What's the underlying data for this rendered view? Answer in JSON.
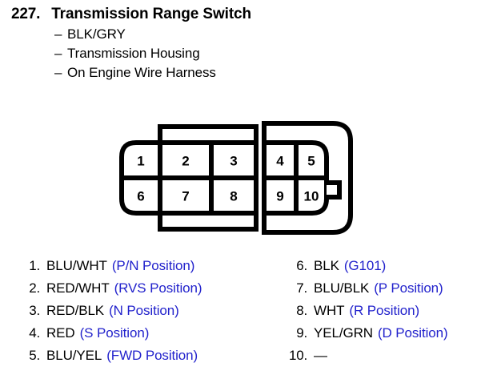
{
  "header": {
    "number": "227.",
    "title": "Transmission Range Switch",
    "dash": "–",
    "sub_lines": [
      "BLK/GRY",
      "Transmission Housing",
      "On Engine Wire Harness"
    ]
  },
  "connector": {
    "name": "10-pin-connector",
    "top_row_pins": [
      "1",
      "2",
      "3",
      "4",
      "5"
    ],
    "bottom_row_pins": [
      "6",
      "7",
      "8",
      "9",
      "10"
    ],
    "latch_tab": "latch-tab"
  },
  "pin_list": {
    "left_column": [
      {
        "index": "1.",
        "wire": "BLU/WHT",
        "position": "(P/N Position)"
      },
      {
        "index": "2.",
        "wire": "RED/WHT",
        "position": "(RVS Position)"
      },
      {
        "index": "3.",
        "wire": "RED/BLK",
        "position": "(N Position)"
      },
      {
        "index": "4.",
        "wire": "RED",
        "position": "(S Position)"
      },
      {
        "index": "5.",
        "wire": "BLU/YEL",
        "position": "(FWD Position)"
      }
    ],
    "right_column": [
      {
        "index": "6.",
        "wire": "BLK",
        "position": "(G101)"
      },
      {
        "index": "7.",
        "wire": "BLU/BLK",
        "position": "(P Position)"
      },
      {
        "index": "8.",
        "wire": "WHT",
        "position": "(R Position)"
      },
      {
        "index": "9.",
        "wire": "YEL/GRN",
        "position": "(D Position)"
      },
      {
        "index": "10.",
        "wire": "—",
        "position": ""
      }
    ]
  },
  "colors": {
    "text": "#000000",
    "position_blue": "#2222cc",
    "background": "#ffffff",
    "diagram_stroke": "#000000"
  }
}
